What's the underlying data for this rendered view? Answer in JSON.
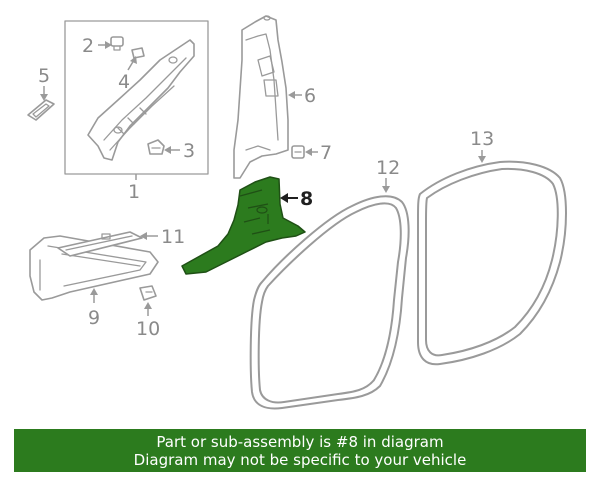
{
  "callouts": {
    "c1": "1",
    "c2": "2",
    "c3": "3",
    "c4": "4",
    "c5": "5",
    "c6": "6",
    "c7": "7",
    "c8": "8",
    "c9": "9",
    "c10": "10",
    "c11": "11",
    "c12": "12",
    "c13": "13"
  },
  "highlight": {
    "part_number": "8",
    "color": "#2c7b1e"
  },
  "banner": {
    "line1": "Part or sub-assembly is #8 in diagram",
    "line2": "Diagram may not be specific to your vehicle"
  }
}
